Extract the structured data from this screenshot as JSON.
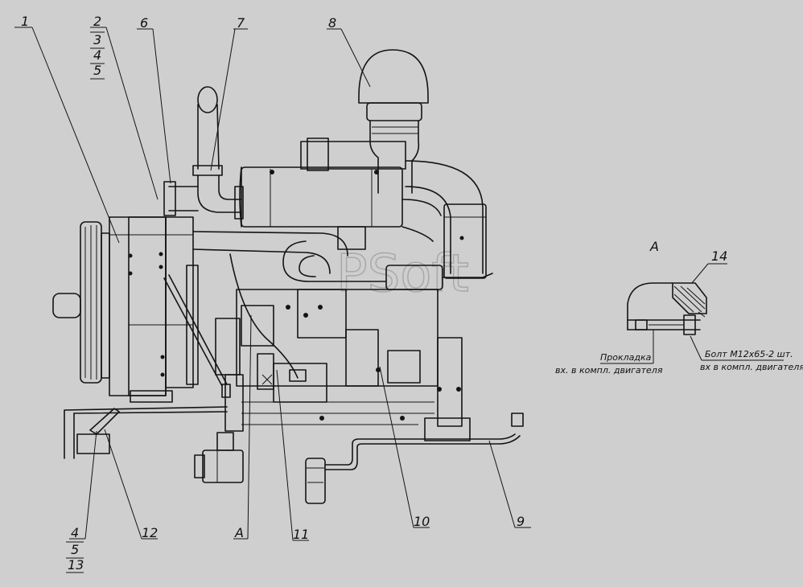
{
  "callouts": {
    "c1": "1",
    "c2": "2",
    "c3": "3",
    "c4": "4",
    "c5": "5",
    "c6": "6",
    "c7": "7",
    "c8": "8",
    "c9": "9",
    "c10": "10",
    "c11": "11",
    "c12": "12",
    "c14": "14",
    "b4": "4",
    "b5": "5",
    "b13": "13"
  },
  "view_label": "А",
  "section_label": "А",
  "notes": {
    "gasket_title": "Прокладка",
    "gasket_sub": "вх. в компл. двигателя",
    "bolt_title": "Болт М12х65-2 шт.",
    "bolt_sub": "вх в компл. двигателя"
  },
  "watermark": "PSoft",
  "colors": {
    "ink": "#141414",
    "paper": "#cfcfcf"
  }
}
